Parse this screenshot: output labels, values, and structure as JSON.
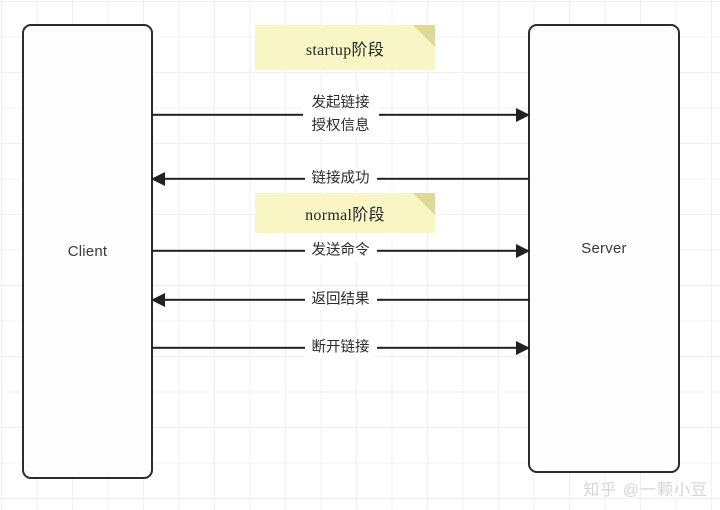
{
  "diagram": {
    "type": "sequence-diagram",
    "actors": [
      {
        "id": "client",
        "label": "Client"
      },
      {
        "id": "server",
        "label": "Server"
      }
    ],
    "phase_notes": [
      {
        "id": "startup",
        "text": "startup阶段",
        "color": "#f7f6c4"
      },
      {
        "id": "normal",
        "text": "normal阶段",
        "color": "#f7f6c4"
      }
    ],
    "messages": [
      {
        "id": "msg-init-connect",
        "direction": "right",
        "from": "client",
        "to": "server",
        "line1": "发起链接",
        "line2": "授权信息"
      },
      {
        "id": "msg-connect-success",
        "direction": "left",
        "from": "server",
        "to": "client",
        "line1": "链接成功",
        "line2": ""
      },
      {
        "id": "msg-send-command",
        "direction": "right",
        "from": "client",
        "to": "server",
        "line1": "发送命令",
        "line2": ""
      },
      {
        "id": "msg-return-result",
        "direction": "left",
        "from": "server",
        "to": "client",
        "line1": "返回结果",
        "line2": ""
      },
      {
        "id": "msg-disconnect",
        "direction": "right",
        "from": "client",
        "to": "server",
        "line1": "断开链接",
        "line2": ""
      }
    ]
  },
  "watermark": {
    "text": "知乎 @一颗小豆"
  }
}
